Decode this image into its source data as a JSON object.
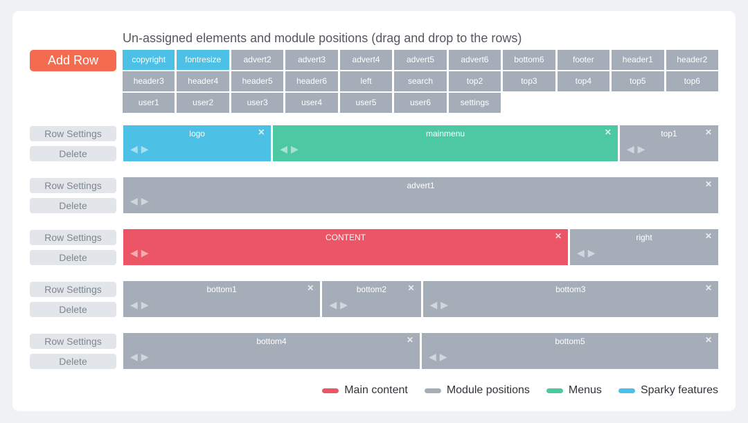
{
  "header": {
    "title": "Un-assigned elements and module positions (drag and drop to the rows)",
    "add_row_label": "Add Row"
  },
  "unassigned": {
    "items": [
      {
        "label": "copyright",
        "type": "sparky"
      },
      {
        "label": "fontresize",
        "type": "sparky"
      },
      {
        "label": "advert2",
        "type": "module"
      },
      {
        "label": "advert3",
        "type": "module"
      },
      {
        "label": "advert4",
        "type": "module"
      },
      {
        "label": "advert5",
        "type": "module"
      },
      {
        "label": "advert6",
        "type": "module"
      },
      {
        "label": "bottom6",
        "type": "module"
      },
      {
        "label": "footer",
        "type": "module"
      },
      {
        "label": "header1",
        "type": "module"
      },
      {
        "label": "header2",
        "type": "module"
      },
      {
        "label": "header3",
        "type": "module"
      },
      {
        "label": "header4",
        "type": "module"
      },
      {
        "label": "header5",
        "type": "module"
      },
      {
        "label": "header6",
        "type": "module"
      },
      {
        "label": "left",
        "type": "module"
      },
      {
        "label": "search",
        "type": "module"
      },
      {
        "label": "top2",
        "type": "module"
      },
      {
        "label": "top3",
        "type": "module"
      },
      {
        "label": "top4",
        "type": "module"
      },
      {
        "label": "top5",
        "type": "module"
      },
      {
        "label": "top6",
        "type": "module"
      },
      {
        "label": "user1",
        "type": "module"
      },
      {
        "label": "user2",
        "type": "module"
      },
      {
        "label": "user3",
        "type": "module"
      },
      {
        "label": "user4",
        "type": "module"
      },
      {
        "label": "user5",
        "type": "module"
      },
      {
        "label": "user6",
        "type": "module"
      },
      {
        "label": "settings",
        "type": "module"
      }
    ]
  },
  "row_controls": {
    "settings_label": "Row Settings",
    "delete_label": "Delete"
  },
  "rows": [
    {
      "blocks": [
        {
          "label": "logo",
          "type": "sparky",
          "span": 3
        },
        {
          "label": "mainmenu",
          "type": "menu",
          "span": 7
        },
        {
          "label": "top1",
          "type": "module",
          "span": 2
        }
      ]
    },
    {
      "blocks": [
        {
          "label": "advert1",
          "type": "module",
          "span": 12
        }
      ]
    },
    {
      "blocks": [
        {
          "label": "CONTENT",
          "type": "content",
          "span": 9
        },
        {
          "label": "right",
          "type": "module",
          "span": 3
        }
      ]
    },
    {
      "blocks": [
        {
          "label": "bottom1",
          "type": "module",
          "span": 4
        },
        {
          "label": "bottom2",
          "type": "module",
          "span": 2
        },
        {
          "label": "bottom3",
          "type": "module",
          "span": 6
        }
      ]
    },
    {
      "blocks": [
        {
          "label": "bottom4",
          "type": "module",
          "span": 6
        },
        {
          "label": "bottom5",
          "type": "module",
          "span": 6
        }
      ]
    }
  ],
  "legend": {
    "items": [
      {
        "label": "Main content",
        "type": "content"
      },
      {
        "label": "Module positions",
        "type": "module"
      },
      {
        "label": "Menus",
        "type": "menu"
      },
      {
        "label": "Sparky features",
        "type": "sparky"
      }
    ]
  },
  "colors": {
    "content": "#ec5565",
    "module": "#a5adb9",
    "menu": "#4cc9a3",
    "sparky": "#4dc0e6",
    "add_row": "#f46c50"
  },
  "icons": {
    "close": "✕",
    "arrow_left": "◀",
    "arrow_right": "▶"
  }
}
